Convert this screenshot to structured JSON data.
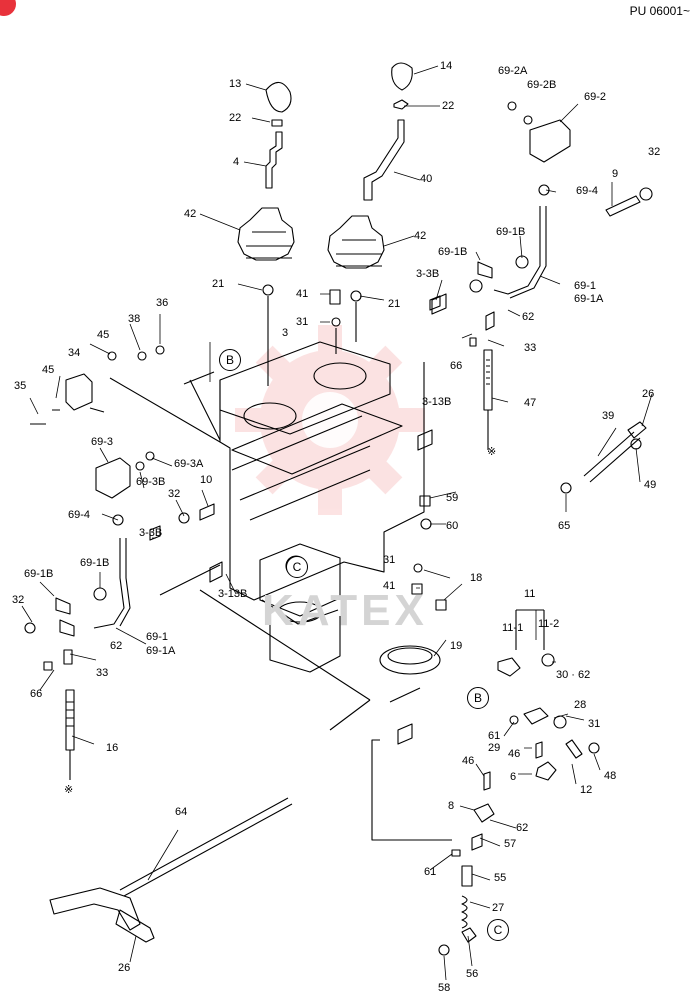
{
  "header": {
    "series_code": "PU 06001~"
  },
  "watermark": {
    "text": "KATEX"
  },
  "reference_marks": {
    "b": "B",
    "c": "C"
  },
  "part_labels": [
    {
      "id": "p13",
      "text": "13"
    },
    {
      "id": "p14",
      "text": "14"
    },
    {
      "id": "p22a",
      "text": "22"
    },
    {
      "id": "p22b",
      "text": "22"
    },
    {
      "id": "p4",
      "text": "4"
    },
    {
      "id": "p40",
      "text": "40"
    },
    {
      "id": "p42a",
      "text": "42"
    },
    {
      "id": "p42b",
      "text": "42"
    },
    {
      "id": "p69_2a",
      "text": "69-2A"
    },
    {
      "id": "p69_2b",
      "text": "69-2B"
    },
    {
      "id": "p69_2",
      "text": "69-2"
    },
    {
      "id": "p32a",
      "text": "32"
    },
    {
      "id": "p69_4a",
      "text": "69-4"
    },
    {
      "id": "p9",
      "text": "9"
    },
    {
      "id": "p69_1ba",
      "text": "69-1B"
    },
    {
      "id": "p69_1bb",
      "text": "69-1B"
    },
    {
      "id": "p69_1a",
      "text": "69-1"
    },
    {
      "id": "p69_1aa",
      "text": "69-1A"
    },
    {
      "id": "p21a",
      "text": "21"
    },
    {
      "id": "p41a",
      "text": "41"
    },
    {
      "id": "p21b",
      "text": "21"
    },
    {
      "id": "p31a",
      "text": "31"
    },
    {
      "id": "p3_3ba",
      "text": "3-3B"
    },
    {
      "id": "p62a",
      "text": "62"
    },
    {
      "id": "p33a",
      "text": "33"
    },
    {
      "id": "p66a",
      "text": "66"
    },
    {
      "id": "p36",
      "text": "36"
    },
    {
      "id": "p38",
      "text": "38"
    },
    {
      "id": "p45a",
      "text": "45"
    },
    {
      "id": "p3",
      "text": "3"
    },
    {
      "id": "p34",
      "text": "34"
    },
    {
      "id": "p45b",
      "text": "45"
    },
    {
      "id": "p35",
      "text": "35"
    },
    {
      "id": "p47",
      "text": "47"
    },
    {
      "id": "p3_13ba",
      "text": "3-13B"
    },
    {
      "id": "p26a",
      "text": "26"
    },
    {
      "id": "p39",
      "text": "39"
    },
    {
      "id": "p49",
      "text": "49"
    },
    {
      "id": "p69_3",
      "text": "69-3"
    },
    {
      "id": "p69_3a",
      "text": "69-3A"
    },
    {
      "id": "p69_3b",
      "text": "69-3B"
    },
    {
      "id": "p10",
      "text": "10"
    },
    {
      "id": "p32b",
      "text": "32"
    },
    {
      "id": "p69_4b",
      "text": "69-4"
    },
    {
      "id": "p3_3bb",
      "text": "3-3B"
    },
    {
      "id": "p59",
      "text": "59"
    },
    {
      "id": "p60",
      "text": "60"
    },
    {
      "id": "p65",
      "text": "65"
    },
    {
      "id": "p69_1bc",
      "text": "69-1B"
    },
    {
      "id": "p69_1bd",
      "text": "69-1B"
    },
    {
      "id": "p31b",
      "text": "31"
    },
    {
      "id": "p41b",
      "text": "41"
    },
    {
      "id": "p18",
      "text": "18"
    },
    {
      "id": "p3_13bb",
      "text": "3-13B"
    },
    {
      "id": "p32c",
      "text": "32"
    },
    {
      "id": "p69_1b",
      "text": "69-1"
    },
    {
      "id": "p69_1ab",
      "text": "69-1A"
    },
    {
      "id": "p62b",
      "text": "62"
    },
    {
      "id": "p33b",
      "text": "33"
    },
    {
      "id": "p66b",
      "text": "66"
    },
    {
      "id": "p16",
      "text": "16"
    },
    {
      "id": "p19",
      "text": "19"
    },
    {
      "id": "p11",
      "text": "11"
    },
    {
      "id": "p11_1",
      "text": "11-1"
    },
    {
      "id": "p11_2",
      "text": "11-2"
    },
    {
      "id": "p30_62",
      "text": "30 · 62"
    },
    {
      "id": "p28",
      "text": "28"
    },
    {
      "id": "p61a",
      "text": "61"
    },
    {
      "id": "p29",
      "text": "29"
    },
    {
      "id": "p31c",
      "text": "31"
    },
    {
      "id": "p46a",
      "text": "46"
    },
    {
      "id": "p46b",
      "text": "46"
    },
    {
      "id": "p6",
      "text": "6"
    },
    {
      "id": "p12",
      "text": "12"
    },
    {
      "id": "p48",
      "text": "48"
    },
    {
      "id": "p8",
      "text": "8"
    },
    {
      "id": "p62c",
      "text": "62"
    },
    {
      "id": "p57",
      "text": "57"
    },
    {
      "id": "p61b",
      "text": "61"
    },
    {
      "id": "p55",
      "text": "55"
    },
    {
      "id": "p27",
      "text": "27"
    },
    {
      "id": "p64",
      "text": "64"
    },
    {
      "id": "p26b",
      "text": "26"
    },
    {
      "id": "p58",
      "text": "58"
    },
    {
      "id": "p56",
      "text": "56"
    },
    {
      "id": "star1",
      "text": "※"
    },
    {
      "id": "star2",
      "text": "※"
    }
  ]
}
